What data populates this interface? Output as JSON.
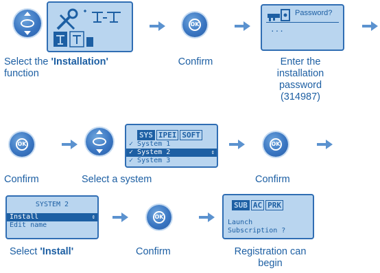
{
  "step1": {
    "caption_prefix": "Select the ",
    "caption_bold": "'Installation'",
    "caption_suffix": "function"
  },
  "step2": {
    "caption": "Confirm"
  },
  "step3": {
    "screen_label": "Password?",
    "screen_dots": "...",
    "caption": "Enter the installation password (314987)"
  },
  "step4": {
    "caption": "Confirm"
  },
  "step5": {
    "tabs": [
      "SYS",
      "IPEI",
      "SOFT"
    ],
    "systems": [
      "System 1",
      "System 2",
      "System 3"
    ],
    "selected_index": 1,
    "caption": "Select a system"
  },
  "step6": {
    "caption": "Confirm"
  },
  "step7": {
    "screen_title": "SYSTEM 2",
    "items": [
      "Install",
      "Edit name"
    ],
    "caption_prefix": "Select ",
    "caption_bold": "'Install'"
  },
  "step8": {
    "caption": "Confirm"
  },
  "step9": {
    "tabs": [
      "SUB",
      "AC",
      "PRK"
    ],
    "line1": "Launch",
    "line2": "Subscription ?",
    "caption": "Registration can begin"
  },
  "ok_label": "OK",
  "colors": {
    "accent": "#1d5fa3",
    "screen": "#b9d5ef",
    "arrow": "#5b92cf"
  }
}
